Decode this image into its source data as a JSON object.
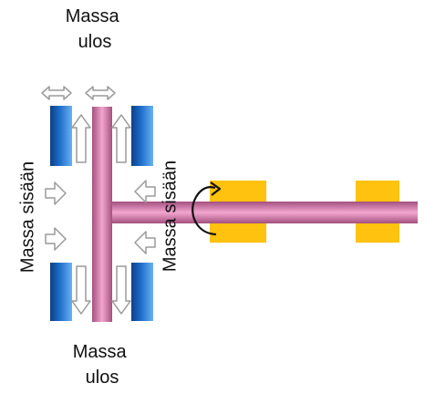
{
  "labels": {
    "top_out": [
      "Massa",
      "ulos"
    ],
    "bottom_out": [
      "Massa",
      "ulos"
    ],
    "left_in": "Massa sisään",
    "middle_in": "Massa sisään"
  },
  "colors": {
    "plate_dark": "#1559b0",
    "plate_light": "#5fa6ee",
    "shaft_pink": "#e58dbb",
    "shaft_dark": "#9f4f7f",
    "bearing": "#ffc20e",
    "arrow_fill": "#ffffff",
    "arrow_stroke": "#9a9a9a",
    "rotation": "#111111"
  },
  "icons": {
    "flow_arrow": "arrow-icon",
    "double_arrow": "double-arrow-icon",
    "rotation": "rotation-arrow-icon"
  }
}
